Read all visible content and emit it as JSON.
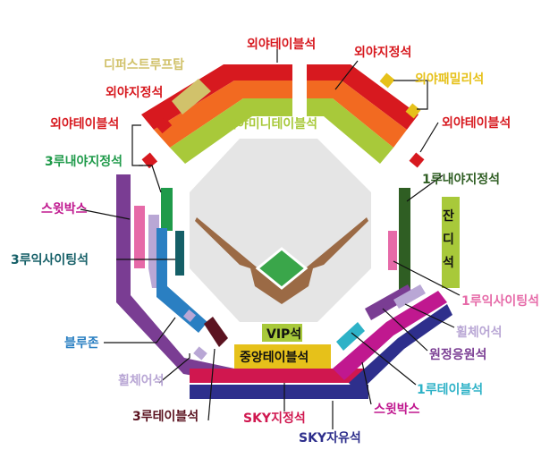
{
  "colors": {
    "red": "#d7191f",
    "orange": "#f26a21",
    "lime": "#a8c93a",
    "gold": "#d1c26b",
    "yellow": "#e6c11a",
    "darkgreen": "#2f5e23",
    "green": "#1f9a4a",
    "teal": "#155f67",
    "pink": "#e66aa8",
    "magenta": "#c0188f",
    "purple": "#7a3d93",
    "lavender": "#b9a7d5",
    "blue": "#2a7fc2",
    "brown": "#5b1320",
    "cyan": "#2eb2c7",
    "navy": "#2e2f8c",
    "crimson": "#d0174f",
    "field_gray": "#e5e5e5",
    "infield": "#9b6a45",
    "grass": "#3aa64a"
  },
  "labels": {
    "outfield_table_top": "외야테이블석",
    "outfield_seat_right": "외야지정석",
    "outfield_family": "외야패밀리석",
    "outfield_table_right": "외야테이블석",
    "first_infield": "1루내야지정석",
    "table_seat_vertical_1": "잔",
    "table_seat_vertical_2": "디",
    "table_seat_vertical_3": "석",
    "first_exciting": "1루익사이팅석",
    "wheelchair_right": "휠체어석",
    "visitor_cheer": "원정응원석",
    "first_table": "1루테이블석",
    "swing_box_right": "스윗박스",
    "sky_free": "SKY자유석",
    "sky_reserved": "SKY지정석",
    "third_table": "3루테이블석",
    "wheelchair_left": "휠체어석",
    "blue_zone": "블루존",
    "third_exciting": "3루익사이팅석",
    "swing_box_left": "스윗박스",
    "third_infield": "3루내야지정석",
    "outfield_table_left": "외야테이블석",
    "outfield_seat_left": "외야지정석",
    "defaste_top": "디퍼스트루프탑",
    "outfield_mini_table": "외야미니테이블석",
    "vip": "VIP석",
    "central_table": "중앙테이블석"
  }
}
